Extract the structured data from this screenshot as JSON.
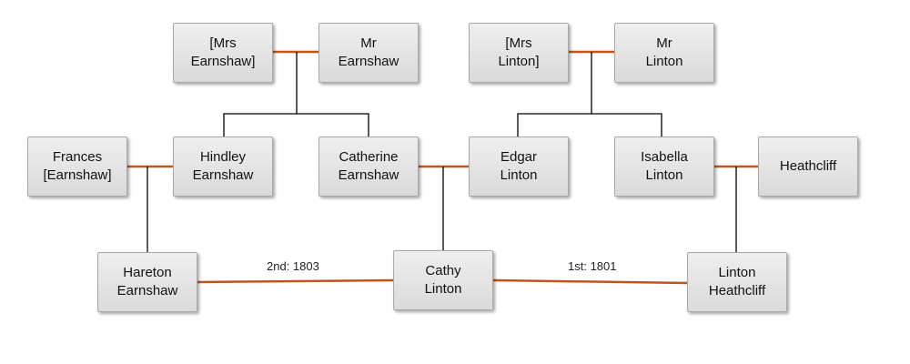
{
  "colors": {
    "marriage_line": "#c0541c",
    "descent_line": "#000000"
  },
  "people": {
    "mrs_earnshaw": {
      "line1": "[Mrs",
      "line2": "Earnshaw]"
    },
    "mr_earnshaw": {
      "line1": "Mr",
      "line2": "Earnshaw"
    },
    "mrs_linton": {
      "line1": "[Mrs",
      "line2": "Linton]"
    },
    "mr_linton": {
      "line1": "Mr",
      "line2": "Linton"
    },
    "frances": {
      "line1": "Frances",
      "line2": "[Earnshaw]"
    },
    "hindley": {
      "line1": "Hindley",
      "line2": "Earnshaw"
    },
    "catherine": {
      "line1": "Catherine",
      "line2": "Earnshaw"
    },
    "edgar": {
      "line1": "Edgar",
      "line2": "Linton"
    },
    "isabella": {
      "line1": "Isabella",
      "line2": "Linton"
    },
    "heathcliff": {
      "line1": "Heathcliff",
      "line2": ""
    },
    "hareton": {
      "line1": "Hareton",
      "line2": "Earnshaw"
    },
    "cathy": {
      "line1": "Cathy",
      "line2": "Linton"
    },
    "linton_h": {
      "line1": "Linton",
      "line2": "Heathcliff"
    }
  },
  "marriage_labels": {
    "second": "2nd: 1803",
    "first": "1st: 1801"
  }
}
